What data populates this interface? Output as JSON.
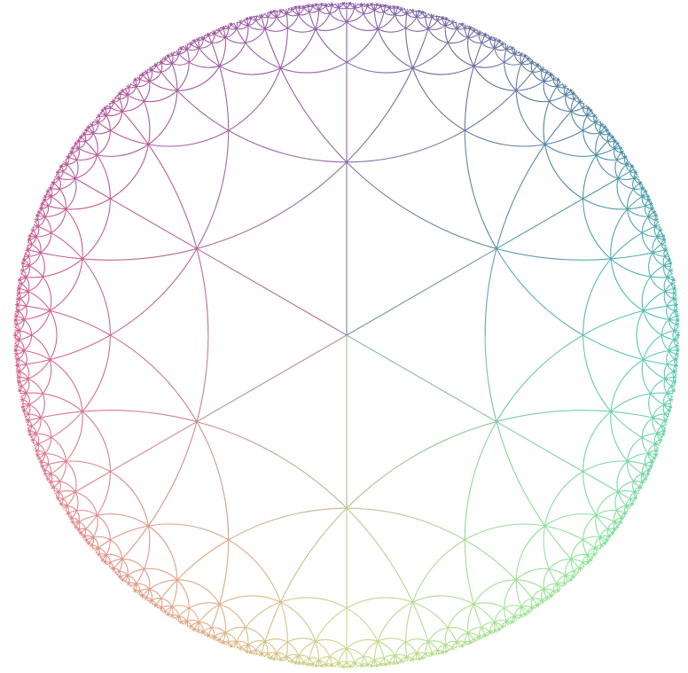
{
  "diagram": {
    "model": "poincare-disk",
    "tiling": "hyperbolic-triangle-tiling",
    "center_vertex_valence": 6,
    "background": "#ffffff",
    "gradient": {
      "top": "#8c62a8",
      "upper_left": "#b0599a",
      "left": "#d2618e",
      "lower_left": "#e08c8c",
      "bottom_left": "#dfae84",
      "bottom": "#c9d88b",
      "bottom_right": "#8fe497",
      "right": "#59c6b4",
      "upper_right": "#4b8fa5",
      "upper_top": "#6c6f9c"
    }
  }
}
